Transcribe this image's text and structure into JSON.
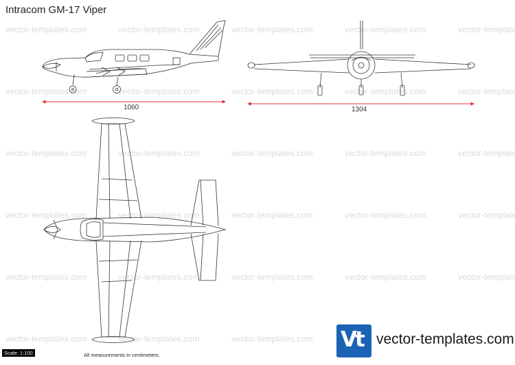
{
  "title": "Intracom GM-17 Viper",
  "watermark_text": "vector-templates.com",
  "dimensions": {
    "side_length": "1060",
    "front_span": "1304"
  },
  "footer": {
    "scale": "Scale: 1:100",
    "note": "All measurements in centimeters."
  },
  "brand": {
    "logo_text": "Vt",
    "name": "vector-templates.com"
  },
  "colors": {
    "dimension_line": "#e0303a",
    "outline": "#333333",
    "brand_blue": "#1b63b4",
    "watermark": "#d9d9d9"
  }
}
